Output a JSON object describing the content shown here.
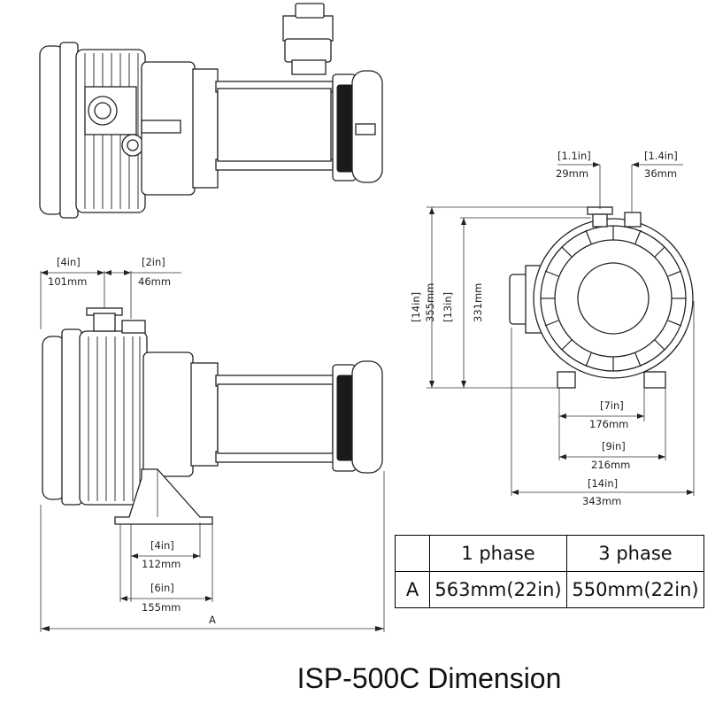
{
  "title": "ISP-500C Dimension",
  "dimensions": {
    "inlet_offset": {
      "in": "[4in]",
      "mm": "101mm"
    },
    "outlet_offset": {
      "in": "[2in]",
      "mm": "46mm"
    },
    "foot_inner": {
      "in": "[4in]",
      "mm": "112mm"
    },
    "foot_outer": {
      "in": "[6in]",
      "mm": "155mm"
    },
    "overall_length": {
      "label": "A"
    },
    "port_1": {
      "in": "[1.1in]",
      "mm": "29mm"
    },
    "port_2": {
      "in": "[1.4in]",
      "mm": "36mm"
    },
    "height_total": {
      "in": "[14in]",
      "mm": "355mm"
    },
    "height_port": {
      "in": "[13in]",
      "mm": "331mm"
    },
    "base_inner": {
      "in": "[7in]",
      "mm": "176mm"
    },
    "base_mid": {
      "in": "[9in]",
      "mm": "216mm"
    },
    "base_width": {
      "in": "[14in]",
      "mm": "343mm"
    }
  },
  "table": {
    "headers": [
      "1 phase",
      "3 phase"
    ],
    "row_label": "A",
    "values": [
      "563mm(22in)",
      "550mm(22in)"
    ]
  }
}
